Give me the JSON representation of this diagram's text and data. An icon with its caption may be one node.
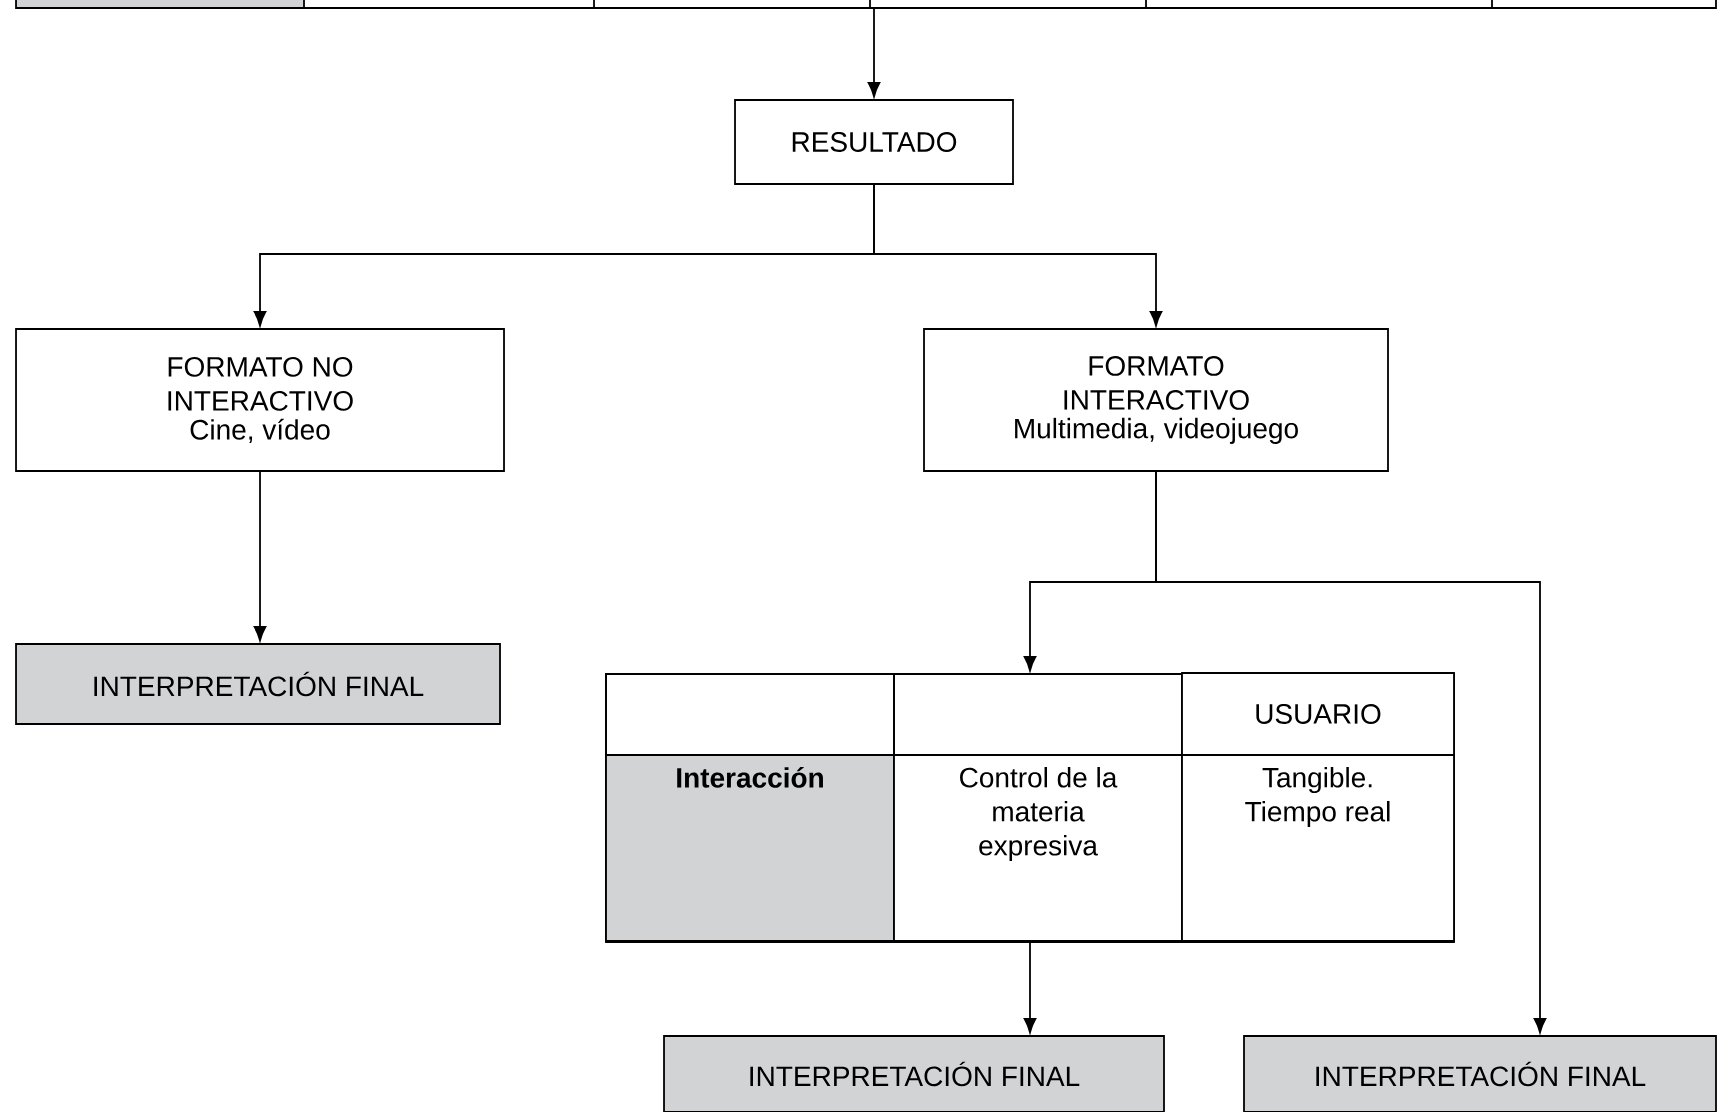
{
  "diagram": {
    "nodes": [
      {
        "text": [],
        "shape": "box"
      },
      {
        "text": [
          "RESULTADO"
        ]
      },
      {
        "text": [
          "FORMATO NO INTERACTIVO",
          "Cine, vídeo"
        ]
      },
      {
        "text": [
          "FORMATO INTERACTIVO",
          "Multimedia, videojuego"
        ]
      },
      {
        "text": [
          "INTERPRETACIÓN FINAL"
        ]
      },
      {
        "text": [],
        "shape": "box"
      },
      {
        "text": [
          "USUARIO"
        ],
        "in": 5
      },
      {
        "text": [
          "Interacción"
        ],
        "in": 5
      },
      {
        "text": [
          "Control de la materia expresiva"
        ],
        "in": 5
      },
      {
        "text": [
          "Tangible. Tiempo real"
        ],
        "in": 5
      },
      {
        "text": [
          "INTERPRETACIÓN FINAL"
        ]
      },
      {
        "text": [
          "INTERPRETACIÓN FINAL"
        ]
      }
    ],
    "edges": [
      {
        "from": 0,
        "to": 1,
        "arrow": "to"
      },
      {
        "from": 1,
        "to": 2,
        "arrow": "to"
      },
      {
        "from": 1,
        "to": 3,
        "arrow": "to"
      },
      {
        "from": 2,
        "to": 4,
        "arrow": "to"
      },
      {
        "from": 3,
        "to": 5,
        "arrow": "to"
      },
      {
        "from": 3,
        "to": 11,
        "arrow": "to"
      },
      {
        "from": 8,
        "to": 10,
        "arrow": "to"
      }
    ]
  }
}
